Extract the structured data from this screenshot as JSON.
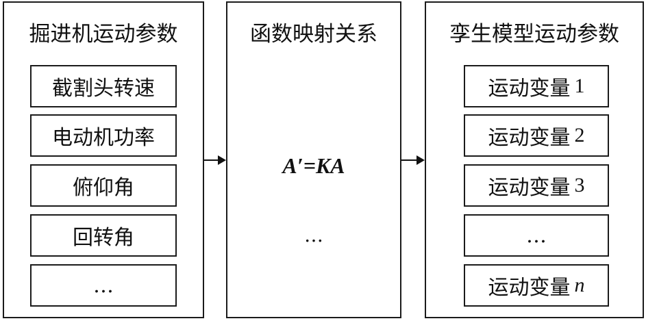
{
  "left_panel": {
    "title": "掘进机运动参数",
    "items": [
      "截割头转速",
      "电动机功率",
      "俯仰角",
      "回转角",
      "…"
    ]
  },
  "middle_panel": {
    "title": "函数映射关系",
    "formula": "A′=KA",
    "ellipsis": "…"
  },
  "right_panel": {
    "title": "孪生模型运动参数",
    "items": [
      {
        "label": "运动变量",
        "index": "1"
      },
      {
        "label": "运动变量",
        "index": "2"
      },
      {
        "label": "运动变量",
        "index": "3"
      },
      {
        "label": "…",
        "index": ""
      },
      {
        "label": "运动变量",
        "index": "n"
      }
    ]
  }
}
